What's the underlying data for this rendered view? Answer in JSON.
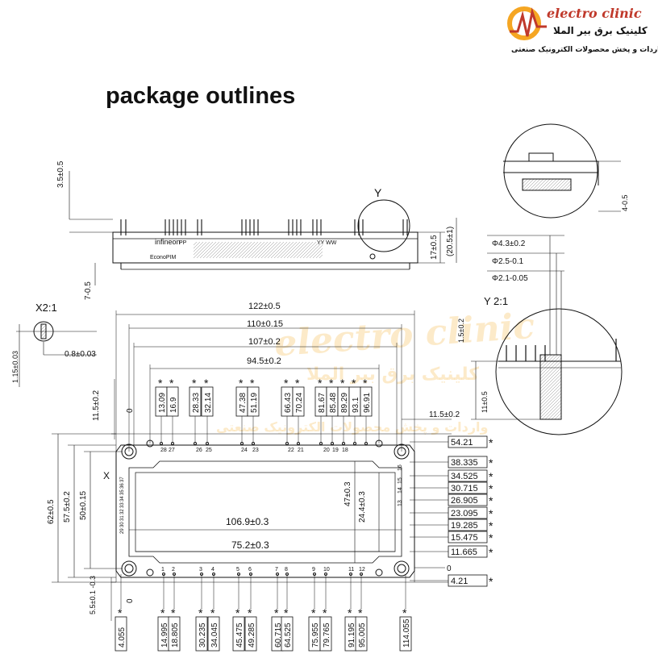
{
  "header": {
    "title": "package outlines"
  },
  "logo": {
    "brand": "electro clinic",
    "name_fa": "کلینیک برق بیر الملا",
    "tagline_fa": "واردات و پخش محصولات الکترونیک صنعتی"
  },
  "side_view": {
    "height_dim": "3.5±0.5",
    "depth_dim": "7-0.5",
    "right_dim_1": "17±0.5",
    "right_dim_2": "(20.5±1)",
    "maker_label": "infineon",
    "series_label": "EconoPIM",
    "mark_p": "PP",
    "mark_code": "YY WW",
    "detail_tag": "Y"
  },
  "detail_x": {
    "title": "X2:1",
    "dim_thickness": "0.8±0.03",
    "dim_width": "1.15±0.03"
  },
  "detail_y_top": {
    "dim": "4-0.5"
  },
  "detail_y": {
    "title": "Y 2:1",
    "dia_1": "Φ4.3±0.2",
    "dia_2": "Φ2.5-0.1",
    "dia_3": "Φ2.1-0.05",
    "dim_a": "1.5±0.2",
    "dim_b": "11±0.5"
  },
  "top_view": {
    "width_122": "122±0.5",
    "width_110": "110±0.15",
    "width_107": "107±0.2",
    "width_94": "94.5±0.2",
    "width_106": "106.9±0.3",
    "width_75": "75.2±0.3",
    "height_62": "62±0.5",
    "height_57": "57.5±0.2",
    "height_50": "50±0.15",
    "height_47": "47±0.3",
    "height_24": "24.4±0.3",
    "dim_11_5_left": "11.5±0.2",
    "dim_11_5_right": "11.5±0.2",
    "dim_5_5": "5.5±0.1 -0.3",
    "label_x": "X",
    "zero": "0",
    "star": "*",
    "top_pin_positions": [
      "13.09",
      "16.9",
      "28.33",
      "32.14",
      "47.38",
      "51.19",
      "66.43",
      "70.24",
      "81.67",
      "85.48",
      "89.29",
      "93.1",
      "96.91"
    ],
    "bottom_pin_positions": [
      "4.055",
      "14.995",
      "18.805",
      "30.235",
      "34.045",
      "45.475",
      "49.285",
      "60.715",
      "64.525",
      "75.955",
      "79.765",
      "91.195",
      "95.005",
      "114.055"
    ],
    "right_pin_positions": [
      "54.21",
      "38.335",
      "34.525",
      "30.715",
      "26.905",
      "23.095",
      "19.285",
      "15.475",
      "11.665",
      "4.21"
    ],
    "top_pin_numbers": [
      "28",
      "27",
      "26",
      "25",
      "24",
      "23",
      "22",
      "21",
      "20",
      "19",
      "18"
    ],
    "bottom_pin_numbers": [
      "1",
      "2",
      "3",
      "4",
      "5",
      "6",
      "7",
      "8",
      "9",
      "10",
      "11",
      "12"
    ],
    "right_pin_numbers": [
      "16",
      "15",
      "14",
      "13"
    ],
    "left_pin_numbers": [
      "37",
      "36",
      "35",
      "34",
      "33",
      "32",
      "31",
      "30",
      "29"
    ]
  },
  "watermark": {
    "text": "electro clinic",
    "fa1": "کلینیک برق بیر الملا",
    "fa2": "واردات و پخش محصولات الکترونیک صنعتی"
  }
}
